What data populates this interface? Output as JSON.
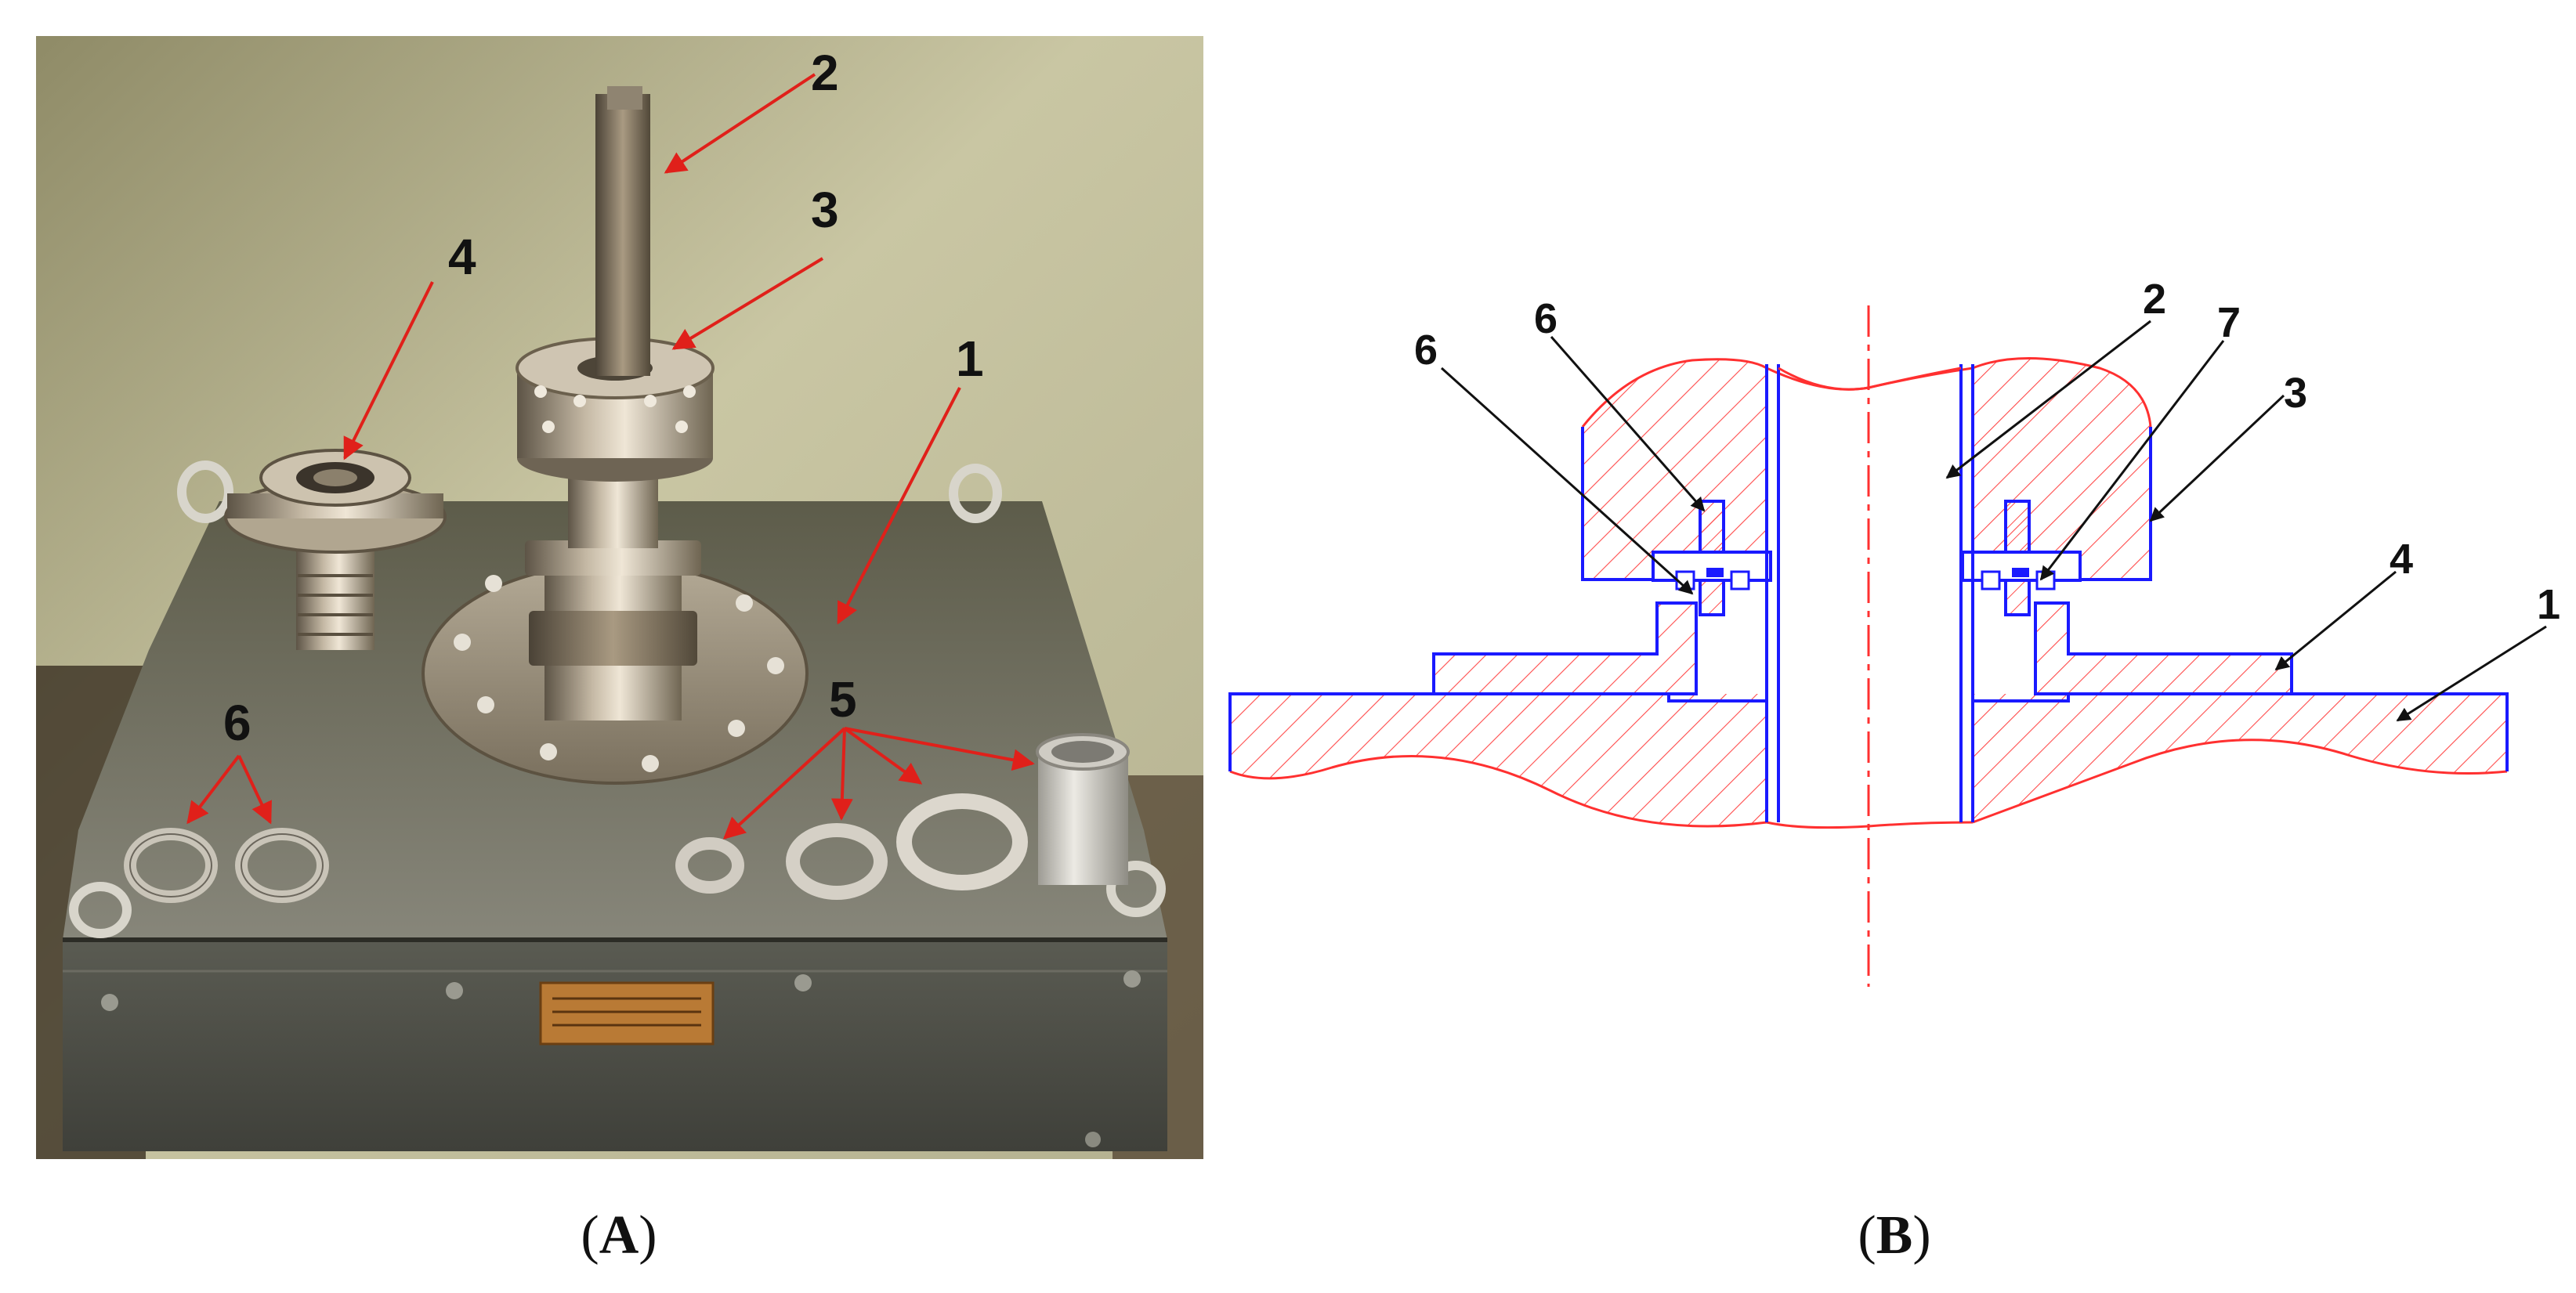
{
  "panels": [
    {
      "id": "A",
      "caption_open": "(",
      "caption_letter": "A",
      "caption_close": ")",
      "description": "Photograph of test rig with numbered parts",
      "callouts": [
        {
          "id": "1",
          "label": "1"
        },
        {
          "id": "2",
          "label": "2"
        },
        {
          "id": "3",
          "label": "3"
        },
        {
          "id": "4",
          "label": "4"
        },
        {
          "id": "5",
          "label": "5"
        },
        {
          "id": "6",
          "label": "6"
        }
      ]
    },
    {
      "id": "B",
      "caption_open": "(",
      "caption_letter": "B",
      "caption_close": ")",
      "description": "Cross-section drawing of the assembly",
      "callouts": [
        {
          "id": "1",
          "label": "1"
        },
        {
          "id": "2",
          "label": "2"
        },
        {
          "id": "3",
          "label": "3"
        },
        {
          "id": "4",
          "label": "4"
        },
        {
          "id": "6a",
          "label": "6"
        },
        {
          "id": "6b",
          "label": "6"
        },
        {
          "id": "7",
          "label": "7"
        }
      ]
    }
  ],
  "colors": {
    "leader_photo": "#e0201a",
    "section_outline": "#ff3030",
    "hatch": "#ff4b4b",
    "contour": "#1a1aff",
    "text": "#111111"
  }
}
